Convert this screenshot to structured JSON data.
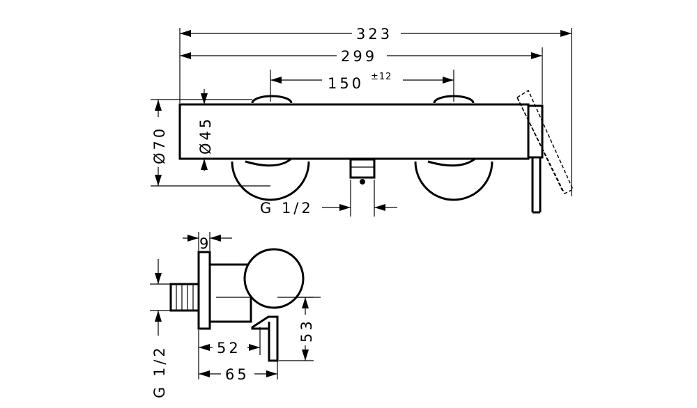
{
  "front_view": {
    "dim_overall": "323",
    "dim_body": "299",
    "dim_spacing": "150",
    "dim_spacing_tol": "±12",
    "dim_height": "Ø70",
    "dim_diameter": "Ø45",
    "dim_thread": "G 1/2"
  },
  "side_view": {
    "dim_plate": "9",
    "dim_depth_lever": "52",
    "dim_depth_total": "65",
    "dim_vertical": "53",
    "dim_thread": "G 1/2"
  }
}
